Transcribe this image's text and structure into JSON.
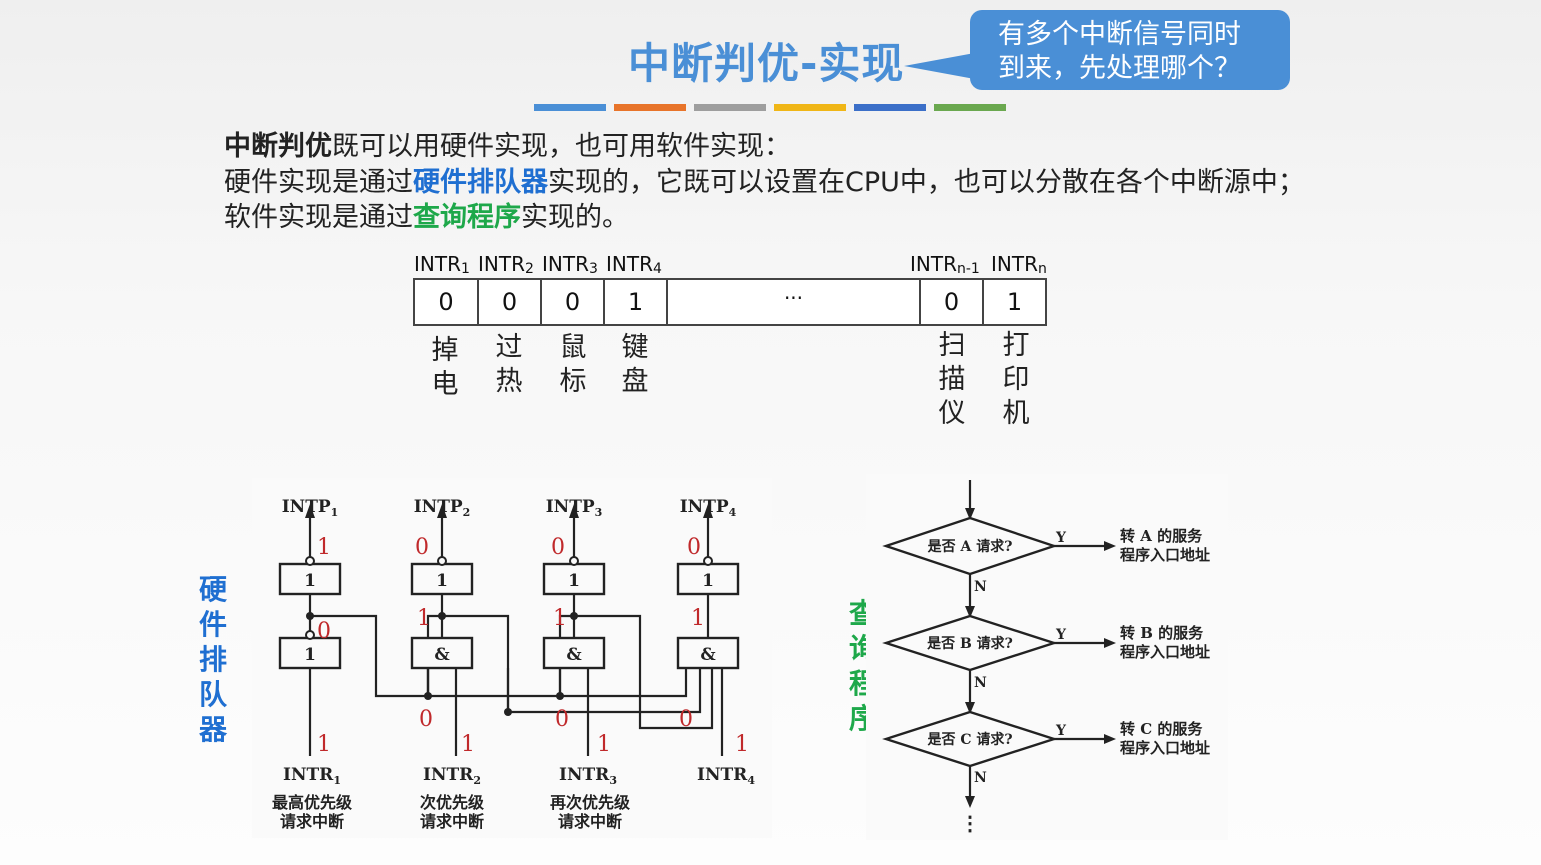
{
  "header": {
    "title": "中断判优-实现",
    "callout_line1": "有多个中断信号同时",
    "callout_line2": "到来，先处理哪个？"
  },
  "colors": {
    "title": "#4a8fd6",
    "highlight_blue": "#1f6fd1",
    "highlight_green": "#1ea84a",
    "annotation_red": "#c0292b",
    "bars": [
      "#4a8fd6",
      "#e8742a",
      "#9e9e9e",
      "#f0b616",
      "#3b6fc8",
      "#6aa84f"
    ]
  },
  "paragraph": {
    "line1_bold": "中断判优",
    "line1_rest": "既可以用硬件实现，也可用软件实现：",
    "line2_a": "硬件实现是通过",
    "line2_highlight": "硬件排队器",
    "line2_b": "实现的，它既可以设置在CPU中，也可以分散在各个中断源中；",
    "line3_a": "软件实现是通过",
    "line3_highlight": "查询程序",
    "line3_b": "实现的。"
  },
  "register": {
    "labels": [
      {
        "base": "INTR",
        "sub": "1"
      },
      {
        "base": "INTR",
        "sub": "2"
      },
      {
        "base": "INTR",
        "sub": "3"
      },
      {
        "base": "INTR",
        "sub": "4"
      },
      {
        "base": "INTR",
        "sub": "n-1"
      },
      {
        "base": "INTR",
        "sub": "n"
      }
    ],
    "cells": [
      "0",
      "0",
      "0",
      "1",
      "···",
      "0",
      "1"
    ],
    "devices": [
      [
        "掉",
        "电"
      ],
      [
        "过",
        "热"
      ],
      [
        "鼠",
        "标"
      ],
      [
        "键",
        "盘"
      ],
      [
        "扫",
        "描",
        "仪"
      ],
      [
        "打",
        "印",
        "机"
      ]
    ]
  },
  "side_labels": {
    "hardware": [
      "硬",
      "件",
      "排",
      "队",
      "器"
    ],
    "software": [
      "查",
      "询",
      "程",
      "序"
    ]
  },
  "queue_circuit": {
    "outputs": [
      "INTP",
      "INTP",
      "INTP",
      "INTP"
    ],
    "output_subs": [
      "1",
      "2",
      "3",
      "4"
    ],
    "inputs": [
      "INTR",
      "INTR",
      "INTR",
      "INTR"
    ],
    "input_subs": [
      "1",
      "2",
      "3",
      "4"
    ],
    "top_gate": "1",
    "bottom_gates": [
      "1",
      "&",
      "&",
      "&"
    ],
    "output_values": [
      "1",
      "0",
      "0",
      "0"
    ],
    "mid_values": [
      "0",
      "1",
      "1",
      "1"
    ],
    "bus_values": [
      "0",
      "0",
      "0"
    ],
    "input_values": [
      "1",
      "1",
      "1",
      "1"
    ],
    "captions_line1": [
      "最高优先级",
      "次优先级",
      "再次优先级"
    ],
    "captions_line2": [
      "请求中断",
      "请求中断",
      "请求中断"
    ]
  },
  "flowchart": {
    "decisions": [
      "是否 A 请求?",
      "是否 B 请求?",
      "是否 C 请求?"
    ],
    "yes": "Y",
    "no": "N",
    "targets_line1": [
      "转 A 的服务",
      "转 B 的服务",
      "转 C 的服务"
    ],
    "targets_line2": [
      "程序入口地址",
      "程序入口地址",
      "程序入口地址"
    ],
    "ellipsis": "⋮"
  }
}
